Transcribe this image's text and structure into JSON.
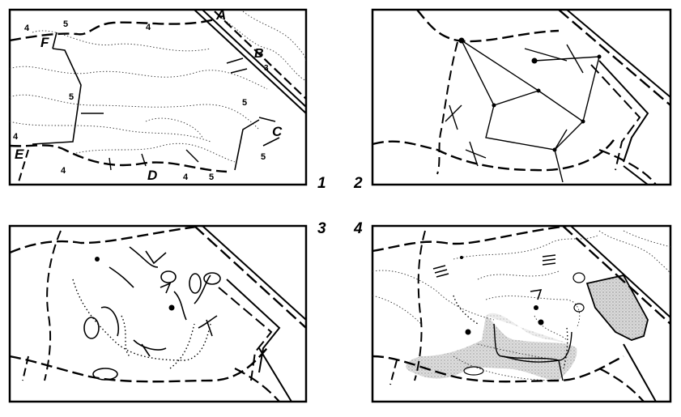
{
  "panels": [
    {
      "number": "1"
    },
    {
      "number": "2"
    },
    {
      "number": "3"
    },
    {
      "number": "4"
    }
  ],
  "point_labels": [
    "A",
    "B",
    "C",
    "D",
    "E",
    "F"
  ],
  "contour_values": [
    "4",
    "5",
    "3"
  ]
}
